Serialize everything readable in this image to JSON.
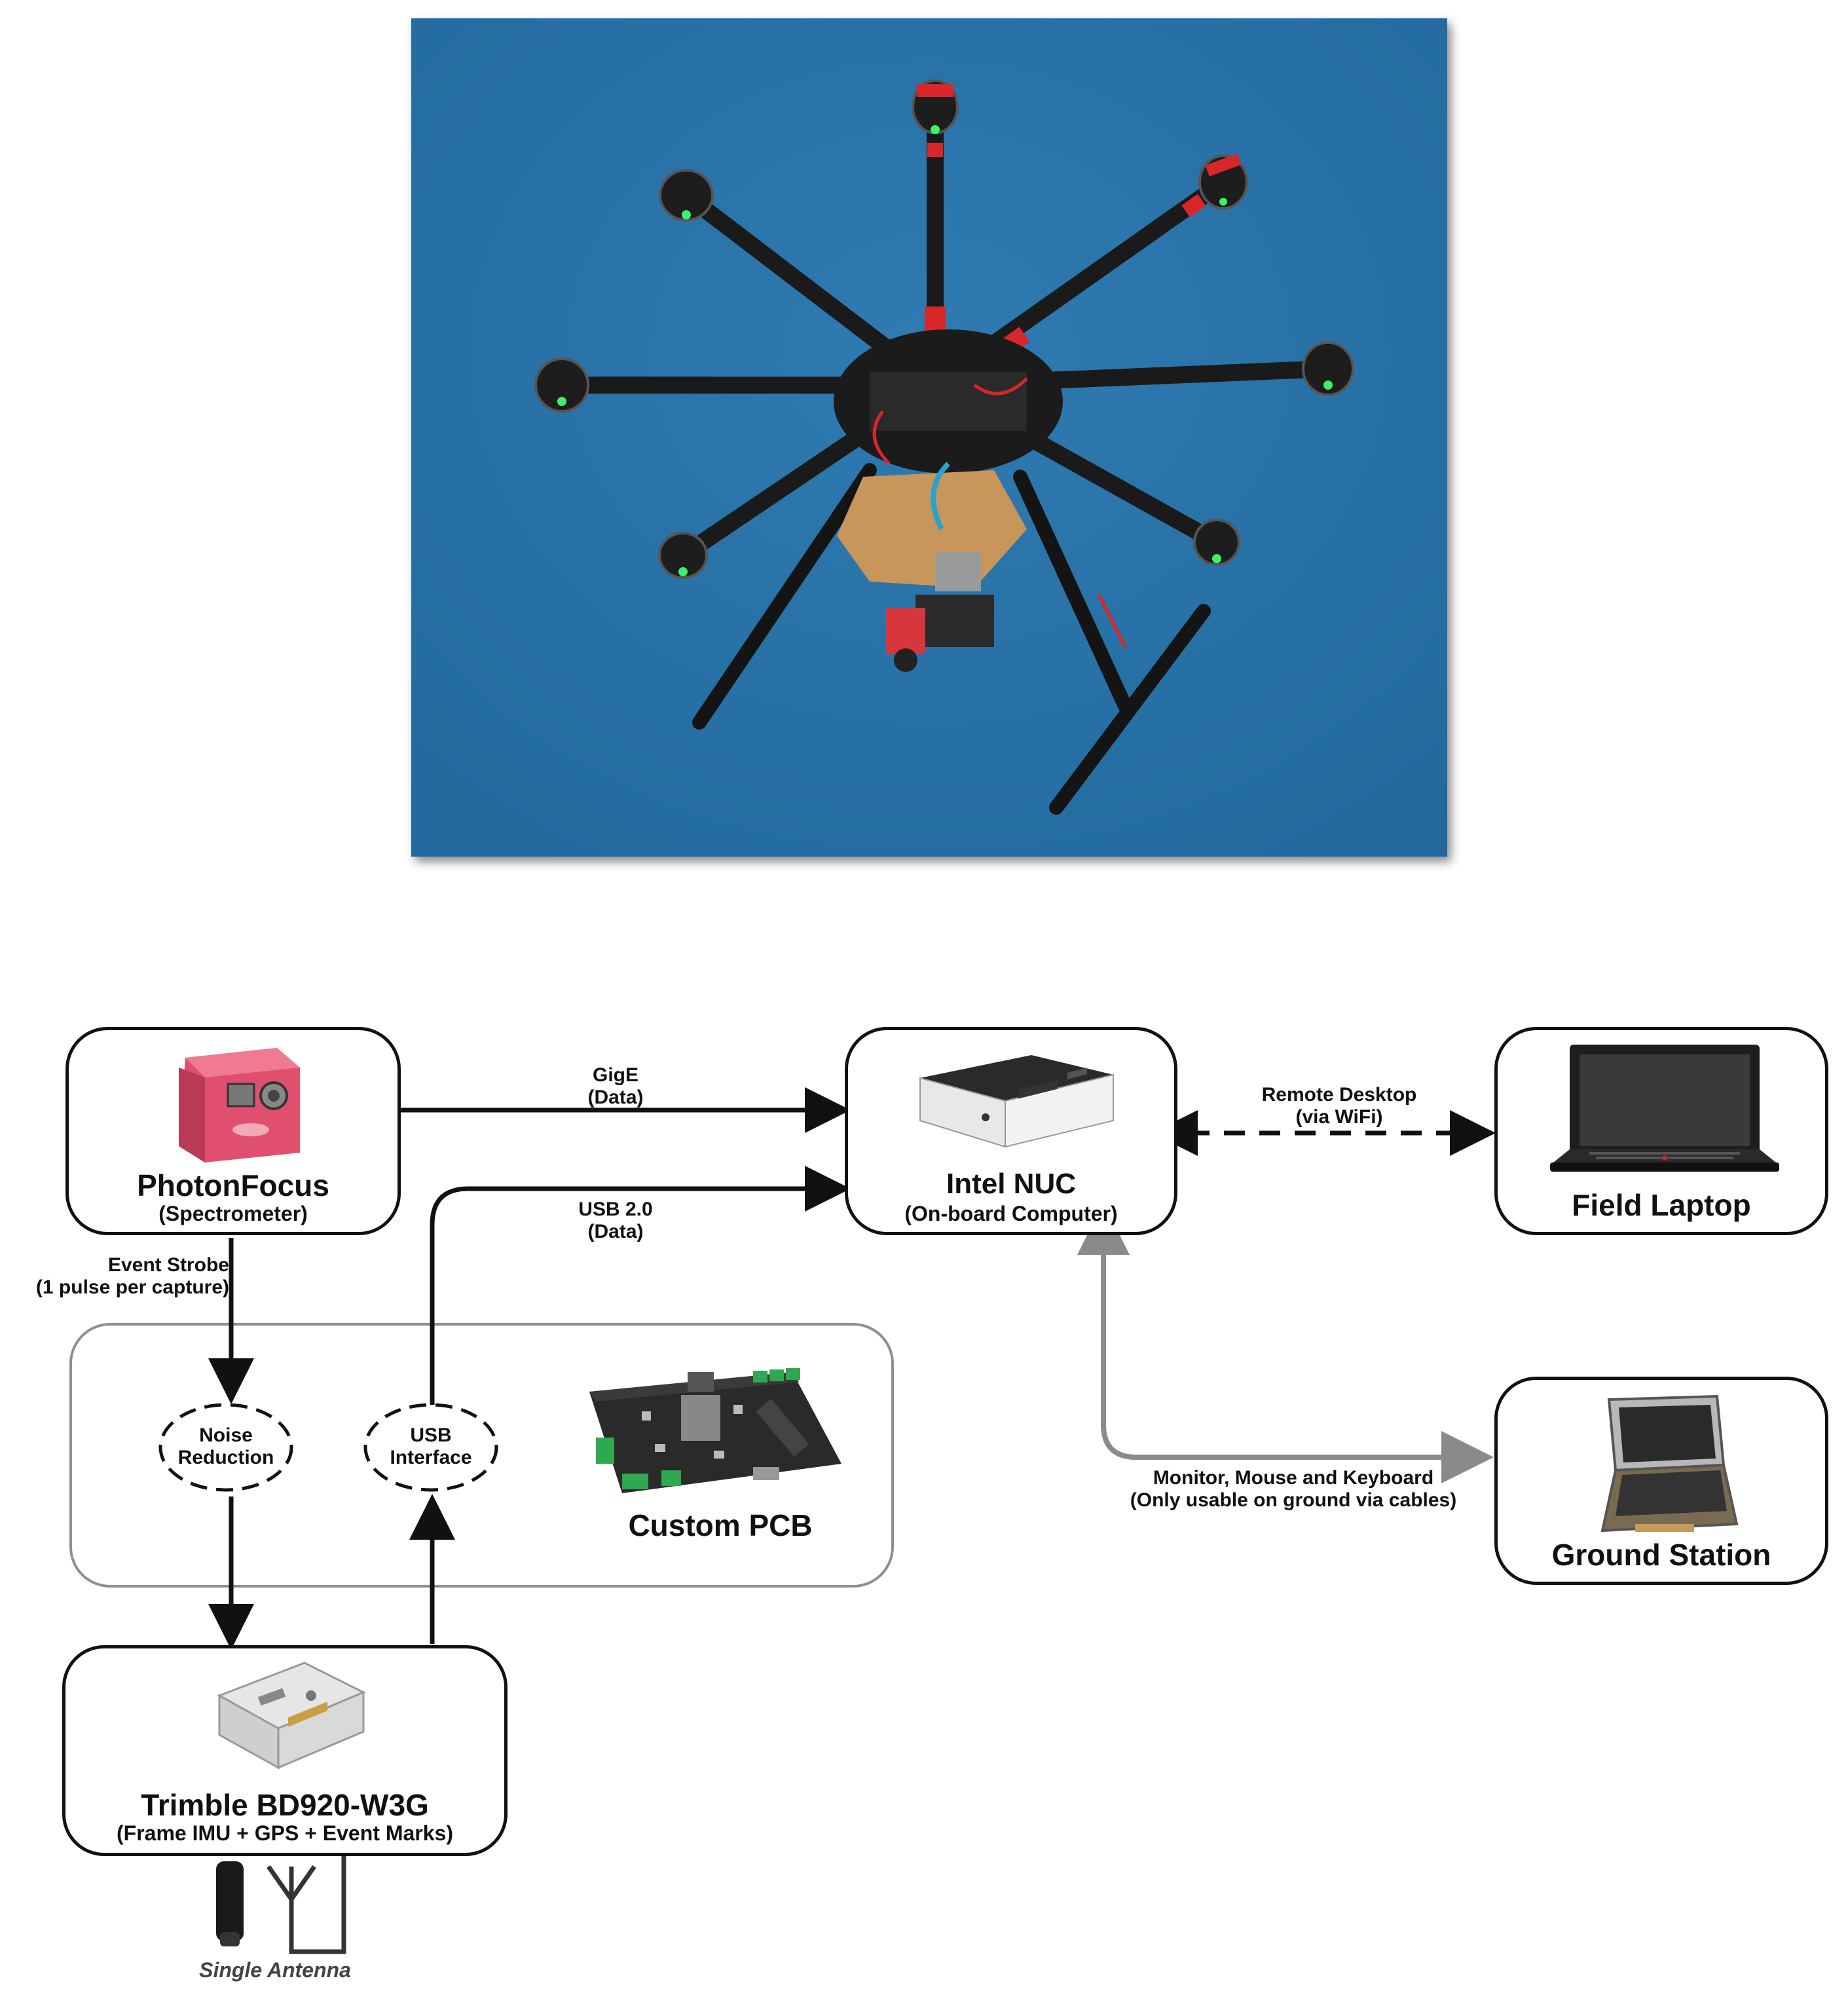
{
  "photo": {
    "description_icon": "octocopter-drone-photo",
    "sky_color": "#2b73a8"
  },
  "nodes": {
    "photonfocus": {
      "title": "PhotonFocus",
      "subtitle": "(Spectrometer)",
      "icon": "camera-icon"
    },
    "intel_nuc": {
      "title": "Intel NUC",
      "subtitle": "(On-board Computer)",
      "icon": "mini-pc-icon"
    },
    "field_laptop": {
      "title": "Field Laptop",
      "icon": "laptop-icon"
    },
    "ground_station": {
      "title": "Ground Station",
      "icon": "rugged-case-icon"
    },
    "trimble": {
      "title": "Trimble BD920-W3G",
      "subtitle": "(Frame IMU + GPS + Event Marks)",
      "icon": "gps-receiver-icon"
    },
    "custom_pcb": {
      "title": "Custom PCB",
      "icon": "circuit-board-icon"
    },
    "noise_reduction": {
      "line1": "Noise",
      "line2": "Reduction"
    },
    "usb_interface": {
      "line1": "USB",
      "line2": "Interface"
    },
    "antenna": {
      "label": "Single Antenna",
      "icon": "antenna-icon"
    }
  },
  "edges": {
    "gige": {
      "line1": "GigE",
      "line2": "(Data)"
    },
    "usb2": {
      "line1": "USB 2.0",
      "line2": "(Data)"
    },
    "remote_desktop": {
      "line1": "Remote Desktop",
      "line2": "(via WiFi)"
    },
    "event_strobe": {
      "line1": "Event Strobe",
      "line2": "(1 pulse per capture)"
    },
    "monitor": {
      "line1": "Monitor, Mouse and Keyboard",
      "line2": "(Only usable on ground via cables)"
    }
  },
  "colors": {
    "line": "#111111",
    "gray_line": "#8a8a8a",
    "camera_pink": "#e0506e"
  }
}
